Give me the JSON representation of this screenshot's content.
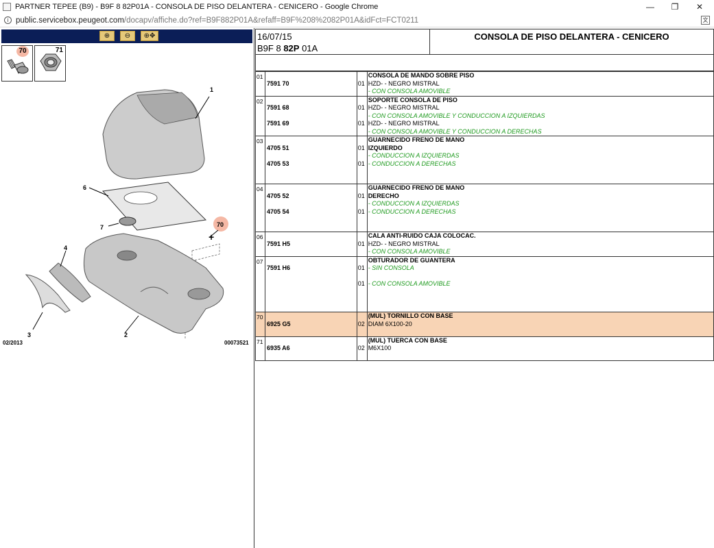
{
  "window": {
    "title": "PARTNER TEPEE (B9) - B9F 8 82P01A - CONSOLA DE PISO DELANTERA - CENICERO - Google Chrome",
    "url_host": "public.servicebox.peugeot.com",
    "url_path": "/docapv/affiche.do?ref=B9F882P01A&refaff=B9F%208%2082P01A&idFct=FCT0211",
    "minimize": "—",
    "maximize": "❐",
    "close": "✕"
  },
  "zoom": {
    "zoom_in": "⊕",
    "zoom_out": "⊖",
    "zoom_fit": "⊕✥"
  },
  "thumbnails": [
    {
      "num": "70"
    },
    {
      "num": "71"
    }
  ],
  "diagram": {
    "callouts": [
      "1",
      "6",
      "7",
      "70",
      "4",
      "3",
      "2",
      "71"
    ],
    "footer_left": "02/2013",
    "footer_right": "00073521"
  },
  "header": {
    "date": "16/07/15",
    "ref_a": "B9F 8",
    "ref_b": "82P",
    "ref_c": "01A",
    "title": "CONSOLA DE PISO DELANTERA - CENICERO"
  },
  "parts": [
    {
      "idx": "01",
      "refs": [
        "",
        "7591 70",
        ""
      ],
      "qty": [
        "",
        "01",
        ""
      ],
      "desc": [
        {
          "t": "CONSOLA DE MANDO SOBRE PISO",
          "s": "bold"
        },
        {
          "t": "HZD- - NEGRO MISTRAL",
          "s": ""
        },
        {
          "t": "- CON CONSOLA AMOVIBLE",
          "s": "green"
        }
      ]
    },
    {
      "idx": "02",
      "refs": [
        "",
        "7591 68",
        "",
        "7591 69",
        ""
      ],
      "qty": [
        "",
        "01",
        "",
        "01",
        ""
      ],
      "desc": [
        {
          "t": "SOPORTE CONSOLA DE PISO",
          "s": "bold"
        },
        {
          "t": "HZD- - NEGRO MISTRAL",
          "s": ""
        },
        {
          "t": "- CON CONSOLA AMOVIBLE Y CONDUCCION A IZQUIERDAS",
          "s": "green"
        },
        {
          "t": "HZD- - NEGRO MISTRAL",
          "s": ""
        },
        {
          "t": "- CON CONSOLA AMOVIBLE Y CONDUCCION A DERECHAS",
          "s": "green"
        }
      ]
    },
    {
      "idx": "03",
      "refs": [
        "",
        "4705 51",
        "",
        "4705 53",
        "",
        ""
      ],
      "qty": [
        "",
        "01",
        "",
        "01",
        "",
        ""
      ],
      "desc": [
        {
          "t": "GUARNECIDO FRENO DE MANO",
          "s": "bold"
        },
        {
          "t": "IZQUIERDO",
          "s": "bold"
        },
        {
          "t": "- CONDUCCION A IZQUIERDAS",
          "s": "green"
        },
        {
          "t": "- CONDUCCION A DERECHAS",
          "s": "green"
        },
        {
          "t": "",
          "s": ""
        },
        {
          "t": "",
          "s": ""
        }
      ]
    },
    {
      "idx": "04",
      "refs": [
        "",
        "4705 52",
        "",
        "4705 54",
        "",
        ""
      ],
      "qty": [
        "",
        "01",
        "",
        "01",
        "",
        ""
      ],
      "desc": [
        {
          "t": "GUARNECIDO FRENO DE MANO",
          "s": "bold"
        },
        {
          "t": "DERECHO",
          "s": "bold"
        },
        {
          "t": "- CONDUCCION A IZQUIERDAS",
          "s": "green"
        },
        {
          "t": "- CONDUCCION A DERECHAS",
          "s": "green"
        },
        {
          "t": "",
          "s": ""
        },
        {
          "t": "",
          "s": ""
        }
      ]
    },
    {
      "idx": "06",
      "refs": [
        "",
        "7591 H5",
        ""
      ],
      "qty": [
        "",
        "01",
        ""
      ],
      "desc": [
        {
          "t": "CALA ANTI-RUIDO CAJA COLOCAC.",
          "s": "bold"
        },
        {
          "t": "HZD- - NEGRO MISTRAL",
          "s": ""
        },
        {
          "t": "- CON CONSOLA AMOVIBLE",
          "s": "green"
        }
      ]
    },
    {
      "idx": "07",
      "refs": [
        "",
        "7591 H6",
        "",
        "",
        "",
        "",
        ""
      ],
      "qty": [
        "",
        "01",
        "",
        "01",
        "",
        "",
        ""
      ],
      "desc": [
        {
          "t": "OBTURADOR DE GUANTERA",
          "s": "bold"
        },
        {
          "t": "- SIN CONSOLA",
          "s": "green"
        },
        {
          "t": "",
          "s": ""
        },
        {
          "t": "- CON CONSOLA AMOVIBLE",
          "s": "green"
        },
        {
          "t": "",
          "s": ""
        },
        {
          "t": "",
          "s": ""
        },
        {
          "t": "",
          "s": ""
        }
      ]
    },
    {
      "idx": "70",
      "highlight": true,
      "refs": [
        "",
        "6925 G5",
        ""
      ],
      "qty": [
        "",
        "02",
        ""
      ],
      "desc": [
        {
          "t": "(MUL) TORNILLO CON BASE",
          "s": "bold"
        },
        {
          "t": "DIAM 6X100-20",
          "s": ""
        },
        {
          "t": "",
          "s": ""
        }
      ]
    },
    {
      "idx": "71",
      "refs": [
        "",
        "6935 A6",
        ""
      ],
      "qty": [
        "",
        "02",
        ""
      ],
      "desc": [
        {
          "t": "(MUL) TUERCA CON BASE",
          "s": "bold"
        },
        {
          "t": "M6X100",
          "s": ""
        },
        {
          "t": "",
          "s": ""
        }
      ]
    }
  ]
}
